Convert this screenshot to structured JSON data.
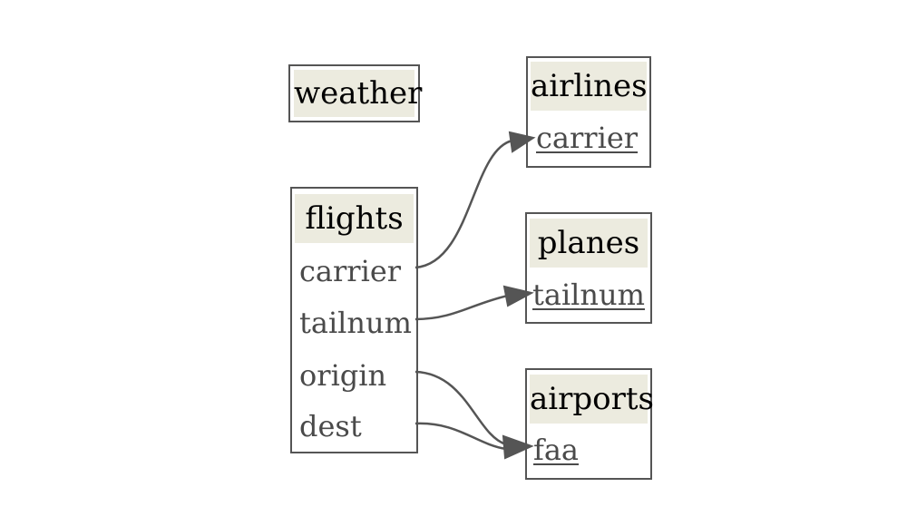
{
  "diagram": {
    "tables": {
      "weather": {
        "name": "weather",
        "fields": []
      },
      "flights": {
        "name": "flights",
        "fields": [
          "carrier",
          "tailnum",
          "origin",
          "dest"
        ]
      },
      "airlines": {
        "name": "airlines",
        "fields": [
          "carrier"
        ]
      },
      "planes": {
        "name": "planes",
        "fields": [
          "tailnum"
        ]
      },
      "airports": {
        "name": "airports",
        "fields": [
          "faa"
        ]
      }
    },
    "edges": [
      {
        "from": "flights.carrier",
        "to": "airlines.carrier"
      },
      {
        "from": "flights.tailnum",
        "to": "planes.tailnum"
      },
      {
        "from": "flights.origin",
        "to": "airports.faa"
      },
      {
        "from": "flights.dest",
        "to": "airports.faa"
      }
    ],
    "colors": {
      "header_fill": "#ecebdf",
      "border": "#555555",
      "edge": "#555555",
      "field_text": "#4a4a4a"
    }
  }
}
